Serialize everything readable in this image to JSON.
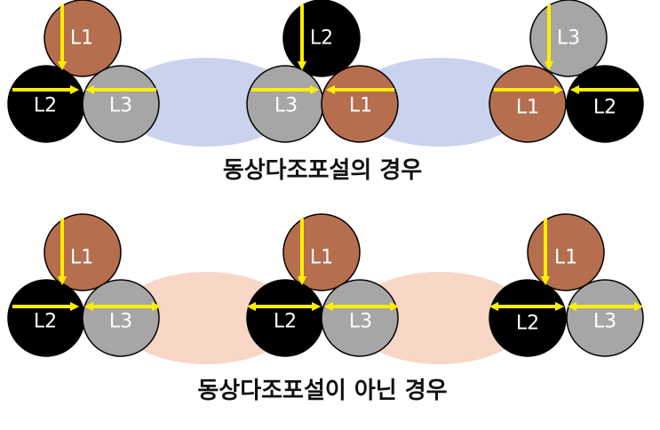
{
  "colors": {
    "copper": "#b56e4e",
    "black": "#000000",
    "gray": "#a6a6a6",
    "arrow": "#ffee00",
    "band_top": "#c9d3ed",
    "band_bottom": "#f8d7c6"
  },
  "top": {
    "caption": "동상다조포설의 경우",
    "groups": [
      {
        "top": "L1",
        "left": "L2",
        "right": "L3"
      },
      {
        "top": "L2",
        "left": "L3",
        "right": "L1"
      },
      {
        "top": "L3",
        "left": "L1",
        "right": "L2"
      }
    ]
  },
  "bottom": {
    "caption": "동상다조포설이 아닌 경우",
    "groups": [
      {
        "top": "L1",
        "left": "L2",
        "right": "L3"
      },
      {
        "top": "L1",
        "left": "L2",
        "right": "L3"
      },
      {
        "top": "L1",
        "left": "L2",
        "right": "L3"
      }
    ]
  }
}
